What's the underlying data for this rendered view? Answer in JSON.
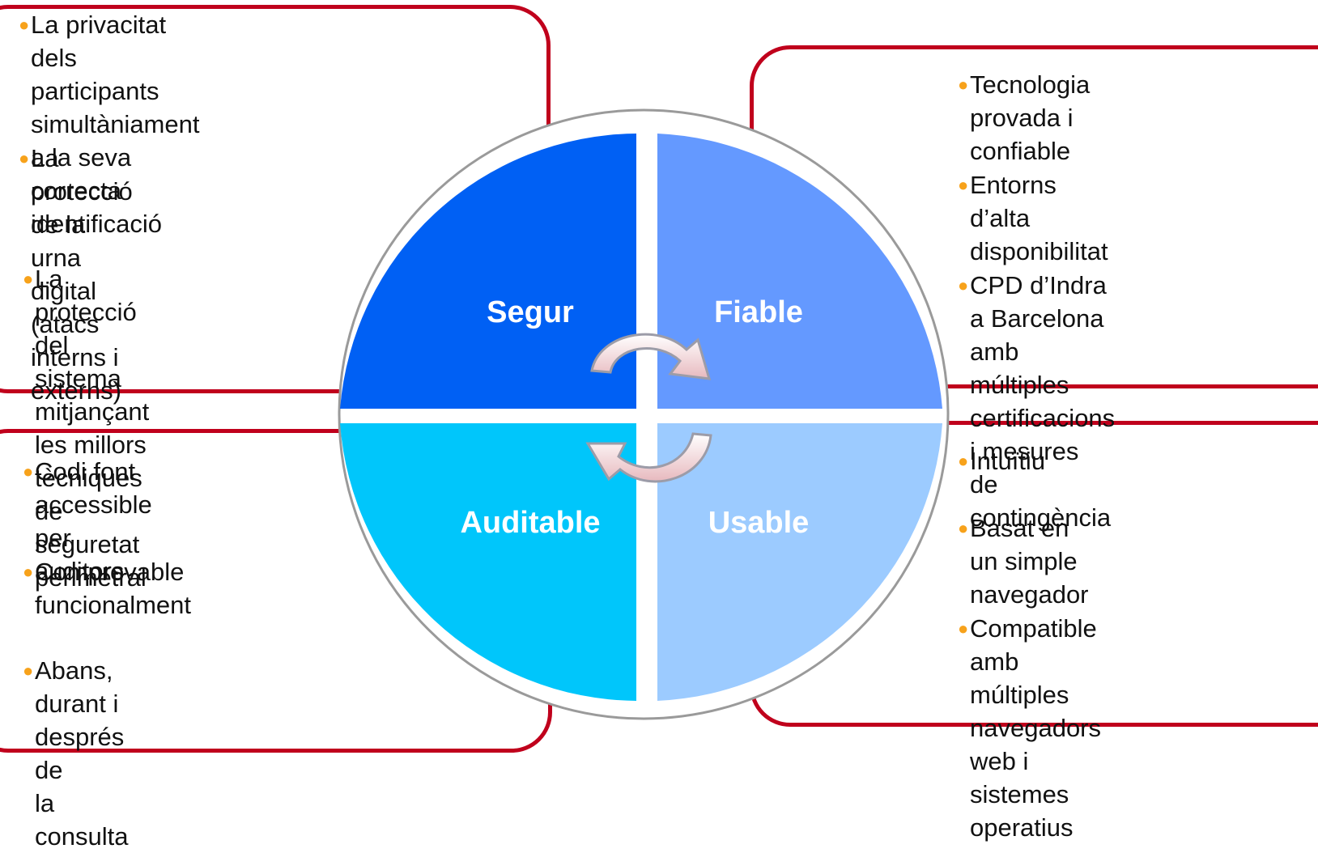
{
  "diagram": {
    "quadrants": {
      "top_left": {
        "label": "Segur",
        "color": "#0060f4"
      },
      "top_right": {
        "label": "Fiable",
        "color": "#6499ff"
      },
      "bottom_left": {
        "label": "Auditable",
        "color": "#00c6fb"
      },
      "bottom_right": {
        "label": "Usable",
        "color": "#9ccbff"
      }
    },
    "border_color": "#c0001c",
    "bullet_color": "#f7a21b",
    "panels": {
      "segur": [
        "La privacitat dels participants\nsimultàniament a la seva correcta\nidentificació",
        "La protecció de la urna digital\n(atacs interns i  externs)",
        "La protecció del sistema\nmitjançant les millors\ntècniques de seguretat\nperimetral"
      ],
      "fiable": [
        "Tecnologia provada i\nconfiable",
        "Entorns d’alta\ndisponibilitat",
        "CPD d’Indra a Barcelona\namb múltiples\ncertificacions i mesures\nde contingència"
      ],
      "auditable": [
        "Codi font accessible\n per auditors",
        "Comprovable\nfuncionalment",
        "Abans, durant i després de\nla consulta"
      ],
      "usable": [
        "Intuïtiu",
        "Basat en un simple\nnavegador",
        "Compatible amb múltiples\nnavegadors web i\nsistemes operatius"
      ]
    }
  }
}
